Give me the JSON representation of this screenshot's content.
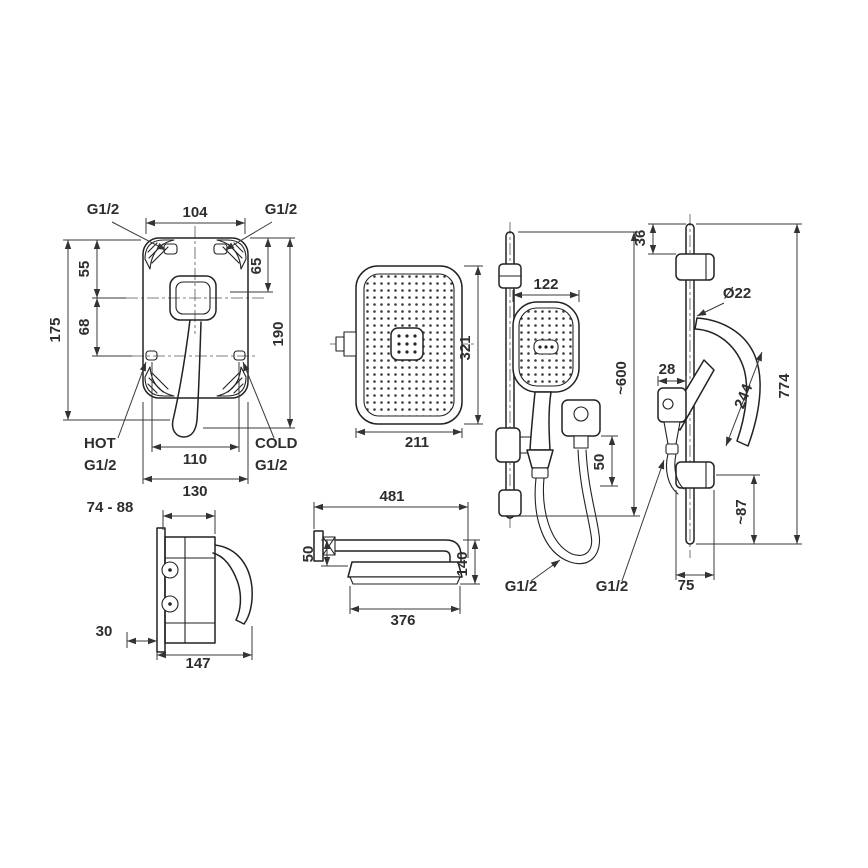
{
  "drawing": {
    "kind": "shower-set-technical-dimension-drawing",
    "line_color": "#222222",
    "background": "#ffffff"
  },
  "labels": {
    "mixer_front": {
      "g12_top_left": "G1/2",
      "w104": "104",
      "g12_top_right": "G1/2",
      "h55": "55",
      "h68": "68",
      "h175": "175",
      "h65": "65",
      "h190": "190",
      "hot": "HOT",
      "hot_g12": "G1/2",
      "w110": "110",
      "cold": "COLD",
      "cold_g12": "G1/2",
      "w130": "130"
    },
    "mixer_side": {
      "depth_range": "74 - 88",
      "d30": "30",
      "w147": "147"
    },
    "head": {
      "w211": "211",
      "h321": "321"
    },
    "arm": {
      "w481": "481",
      "h50": "50",
      "h140": "140",
      "w376": "376"
    },
    "rail_front": {
      "w122": "122",
      "h600": "~600",
      "h50": "50",
      "g12_hose": "G1/2"
    },
    "rail_side": {
      "h36": "36",
      "dia22": "Ø22",
      "w28": "28",
      "len244": "244",
      "h774": "774",
      "h87": "~87",
      "w75": "75",
      "g12_outlet": "G1/2"
    }
  }
}
